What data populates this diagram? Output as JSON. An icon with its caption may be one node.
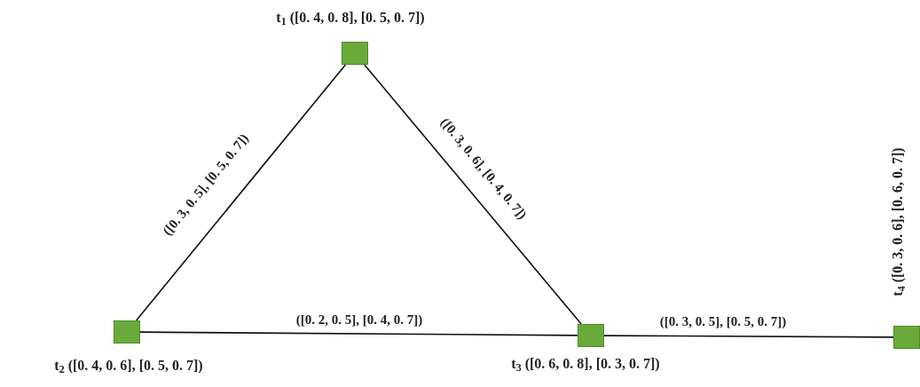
{
  "diagram": {
    "nodes": [
      {
        "text": [],
        "shape": "box",
        "beside": [
          "t$_{1}$ ([0. 4, 0. 8], [0. 5, 0. 7])"
        ]
      },
      {
        "text": [],
        "shape": "box",
        "beside": [
          "t$_{2}$ ([0. 4, 0. 6], [0. 5, 0. 7])"
        ]
      },
      {
        "text": [],
        "shape": "box",
        "beside": [
          "t$_{3}$ ([0. 6, 0. 8], [0. 3, 0. 7])"
        ]
      },
      {
        "text": [],
        "shape": "box",
        "beside": [
          "t$_{4}$ ([0. 3, 0. 6], [0. 6, 0. 7])"
        ]
      }
    ],
    "edges": [
      {
        "from": 0,
        "to": 1,
        "arrow": "none",
        "label": "([0. 3, 0. 5], [0. 5, 0. 7])"
      },
      {
        "from": 0,
        "to": 2,
        "arrow": "none",
        "label": "([0. 3, 0. 6], [0. 4, 0. 7])"
      },
      {
        "from": 1,
        "to": 2,
        "arrow": "none",
        "label": "([0. 2, 0. 5], [0. 4, 0. 7])"
      },
      {
        "from": 2,
        "to": 3,
        "arrow": "none",
        "label": "([0. 3, 0. 5], [0. 5, 0. 7])"
      }
    ]
  }
}
